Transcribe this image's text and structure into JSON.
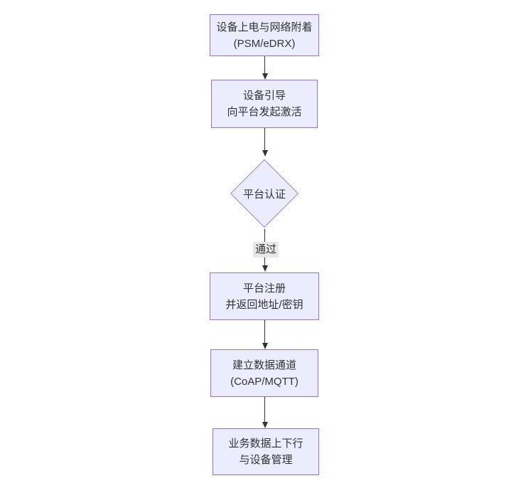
{
  "diagram": {
    "type": "flowchart",
    "direction": "top-down",
    "colors": {
      "node_fill": "#ECECFF",
      "node_border": "#9370DB",
      "diamond_border": "#9F83DB",
      "text": "#333333",
      "edge_line": "#333333",
      "edge_label_bg": "#E8E8E8",
      "background": "#FFFFFF"
    },
    "nodes": [
      {
        "id": "power-attach",
        "shape": "rect",
        "lines": [
          "设备上电与网络附着",
          "(PSM/eDRX)"
        ]
      },
      {
        "id": "bootstrap",
        "shape": "rect",
        "lines": [
          "设备引导",
          "向平台发起激活"
        ]
      },
      {
        "id": "platform-auth",
        "shape": "diamond",
        "lines": [
          "平台认证"
        ]
      },
      {
        "id": "platform-register",
        "shape": "rect",
        "lines": [
          "平台注册",
          "并返回地址/密钥"
        ]
      },
      {
        "id": "data-channel",
        "shape": "rect",
        "lines": [
          "建立数据通道",
          "(CoAP/MQTT)"
        ]
      },
      {
        "id": "business-data",
        "shape": "rect",
        "lines": [
          "业务数据上下行",
          "与设备管理"
        ]
      }
    ],
    "edges": [
      {
        "from": "power-attach",
        "to": "bootstrap",
        "label": ""
      },
      {
        "from": "bootstrap",
        "to": "platform-auth",
        "label": ""
      },
      {
        "from": "platform-auth",
        "to": "platform-register",
        "label": "通过"
      },
      {
        "from": "platform-register",
        "to": "data-channel",
        "label": ""
      },
      {
        "from": "data-channel",
        "to": "business-data",
        "label": ""
      }
    ]
  }
}
